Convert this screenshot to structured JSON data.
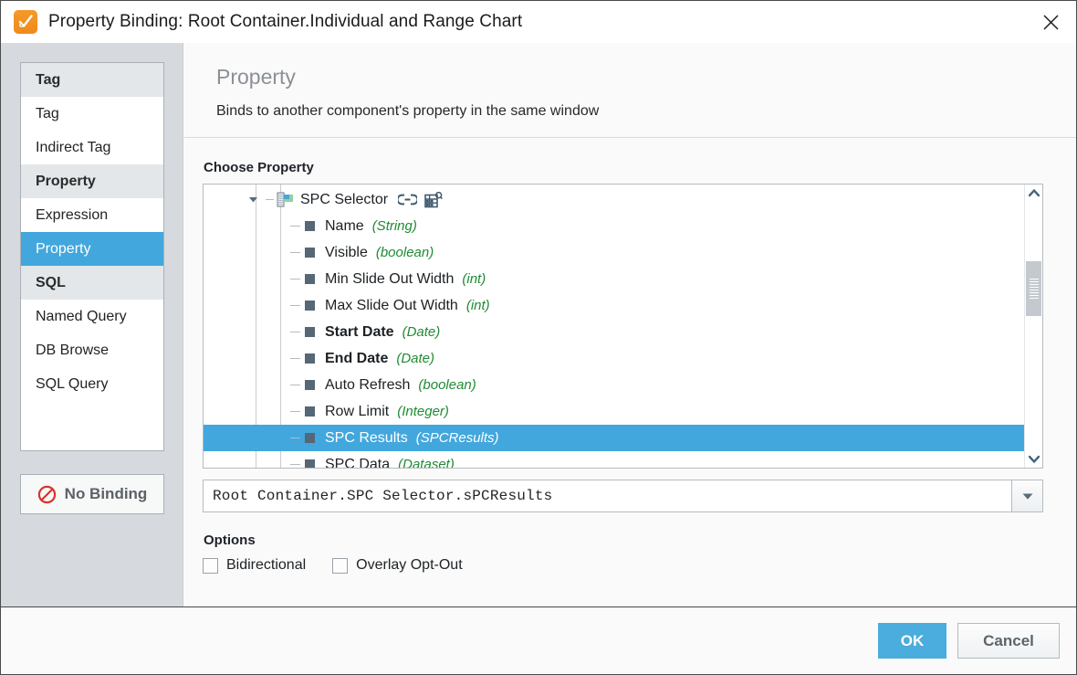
{
  "window": {
    "title": "Property Binding: Root Container.Individual and Range Chart",
    "app_icon": "ignition-designer-icon",
    "close_icon": "close-icon"
  },
  "sidebar": {
    "groups": [
      {
        "header": "Tag",
        "items": [
          {
            "label": "Tag",
            "selected": false
          },
          {
            "label": "Indirect Tag",
            "selected": false
          }
        ]
      },
      {
        "header": "Property",
        "items": [
          {
            "label": "Expression",
            "selected": false
          },
          {
            "label": "Property",
            "selected": true
          }
        ]
      },
      {
        "header": "SQL",
        "items": [
          {
            "label": "Named Query",
            "selected": false
          },
          {
            "label": "DB Browse",
            "selected": false
          },
          {
            "label": "SQL Query",
            "selected": false
          }
        ]
      }
    ],
    "no_binding_label": "No Binding",
    "no_binding_icon": "no-entry-icon"
  },
  "header": {
    "title": "Property",
    "subtitle": "Binds to another component's property in the same window"
  },
  "main": {
    "choose_property_label": "Choose Property",
    "tree": {
      "root": {
        "label": "SPC Selector",
        "expanded": true,
        "twisty_icon": "chevron-down-icon",
        "node_icon": "component-icon",
        "badge_icons": [
          "link-icon",
          "table-search-icon"
        ]
      },
      "items": [
        {
          "label": "Name",
          "type": "(String)",
          "bold": false,
          "selected": false
        },
        {
          "label": "Visible",
          "type": "(boolean)",
          "bold": false,
          "selected": false
        },
        {
          "label": "Min Slide Out Width",
          "type": "(int)",
          "bold": false,
          "selected": false
        },
        {
          "label": "Max Slide Out Width",
          "type": "(int)",
          "bold": false,
          "selected": false
        },
        {
          "label": "Start Date",
          "type": "(Date)",
          "bold": true,
          "selected": false
        },
        {
          "label": "End Date",
          "type": "(Date)",
          "bold": true,
          "selected": false
        },
        {
          "label": "Auto Refresh",
          "type": "(boolean)",
          "bold": false,
          "selected": false
        },
        {
          "label": "Row Limit",
          "type": "(Integer)",
          "bold": false,
          "selected": false
        },
        {
          "label": "SPC Results",
          "type": "(SPCResults)",
          "bold": false,
          "selected": true
        },
        {
          "label": "SPC Data",
          "type": "(Dataset)",
          "bold": false,
          "selected": false
        }
      ]
    },
    "scrollbar": {
      "up_icon": "scroll-up-icon",
      "down_icon": "scroll-down-icon",
      "thumb_icon": "scrollbar-thumb"
    },
    "path_field": {
      "value": "Root Container.SPC Selector.sPCResults",
      "placeholder": "",
      "dropdown_icon": "chevron-down-icon"
    },
    "options": {
      "label": "Options",
      "checkboxes": [
        {
          "label": "Bidirectional",
          "checked": false
        },
        {
          "label": "Overlay Opt-Out",
          "checked": false
        }
      ]
    }
  },
  "footer": {
    "ok_label": "OK",
    "cancel_label": "Cancel"
  },
  "colors": {
    "accent": "#42a7dd",
    "type_green": "#1f8b33",
    "sidebar_bg": "#d6dade",
    "app_icon_orange": "#ef8a1c"
  }
}
